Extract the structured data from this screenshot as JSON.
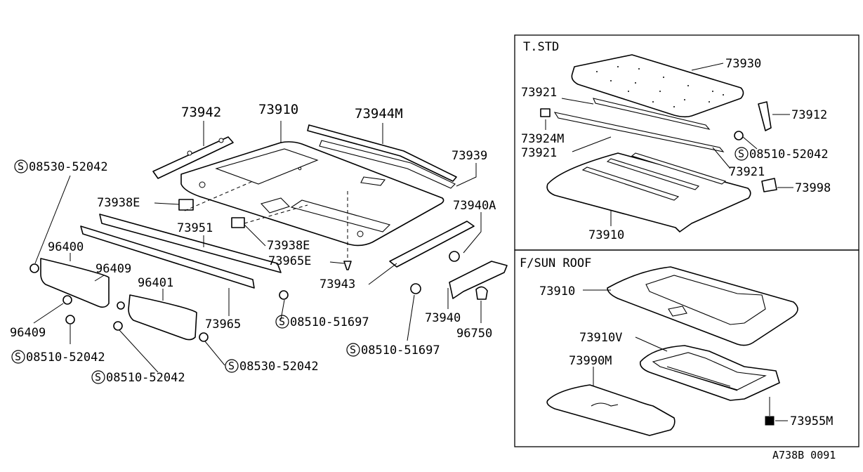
{
  "corner_code": "A738B 0091",
  "main": {
    "p73942": "73942",
    "p73910": "73910",
    "p73944m": "73944M",
    "p73939": "73939",
    "p73938e_a": "73938E",
    "p73951": "73951",
    "p73938e_b": "73938E",
    "p73965e": "73965E",
    "p73940a": "73940A",
    "p96400": "96400",
    "p96409_a": "96409",
    "p96401": "96401",
    "p96409_b": "96409",
    "p73965": "73965",
    "p73943": "73943",
    "p73940": "73940",
    "p96750": "96750",
    "bolt_top_left": "08530-52042",
    "bolt_left_bottom": "08510-52042",
    "bolt_mid_bottom": "08510-52042",
    "bolt_mid_right": "08530-52042",
    "bolt_center": "08510-51697",
    "bolt_center_low": "08510-51697",
    "s_symbol": "S"
  },
  "tstd": {
    "title": "T.STD",
    "p73930": "73930",
    "p73921_a": "73921",
    "p73924m": "73924M",
    "p73921_b": "73921",
    "p73912": "73912",
    "bolt": "08510-52042",
    "p73921_c": "73921",
    "p73998": "73998",
    "p73910": "73910"
  },
  "sunroof": {
    "title": "F/SUN ROOF",
    "p73910": "73910",
    "p73910v": "73910V",
    "p73990m": "73990M",
    "p73955m": "73955M"
  }
}
